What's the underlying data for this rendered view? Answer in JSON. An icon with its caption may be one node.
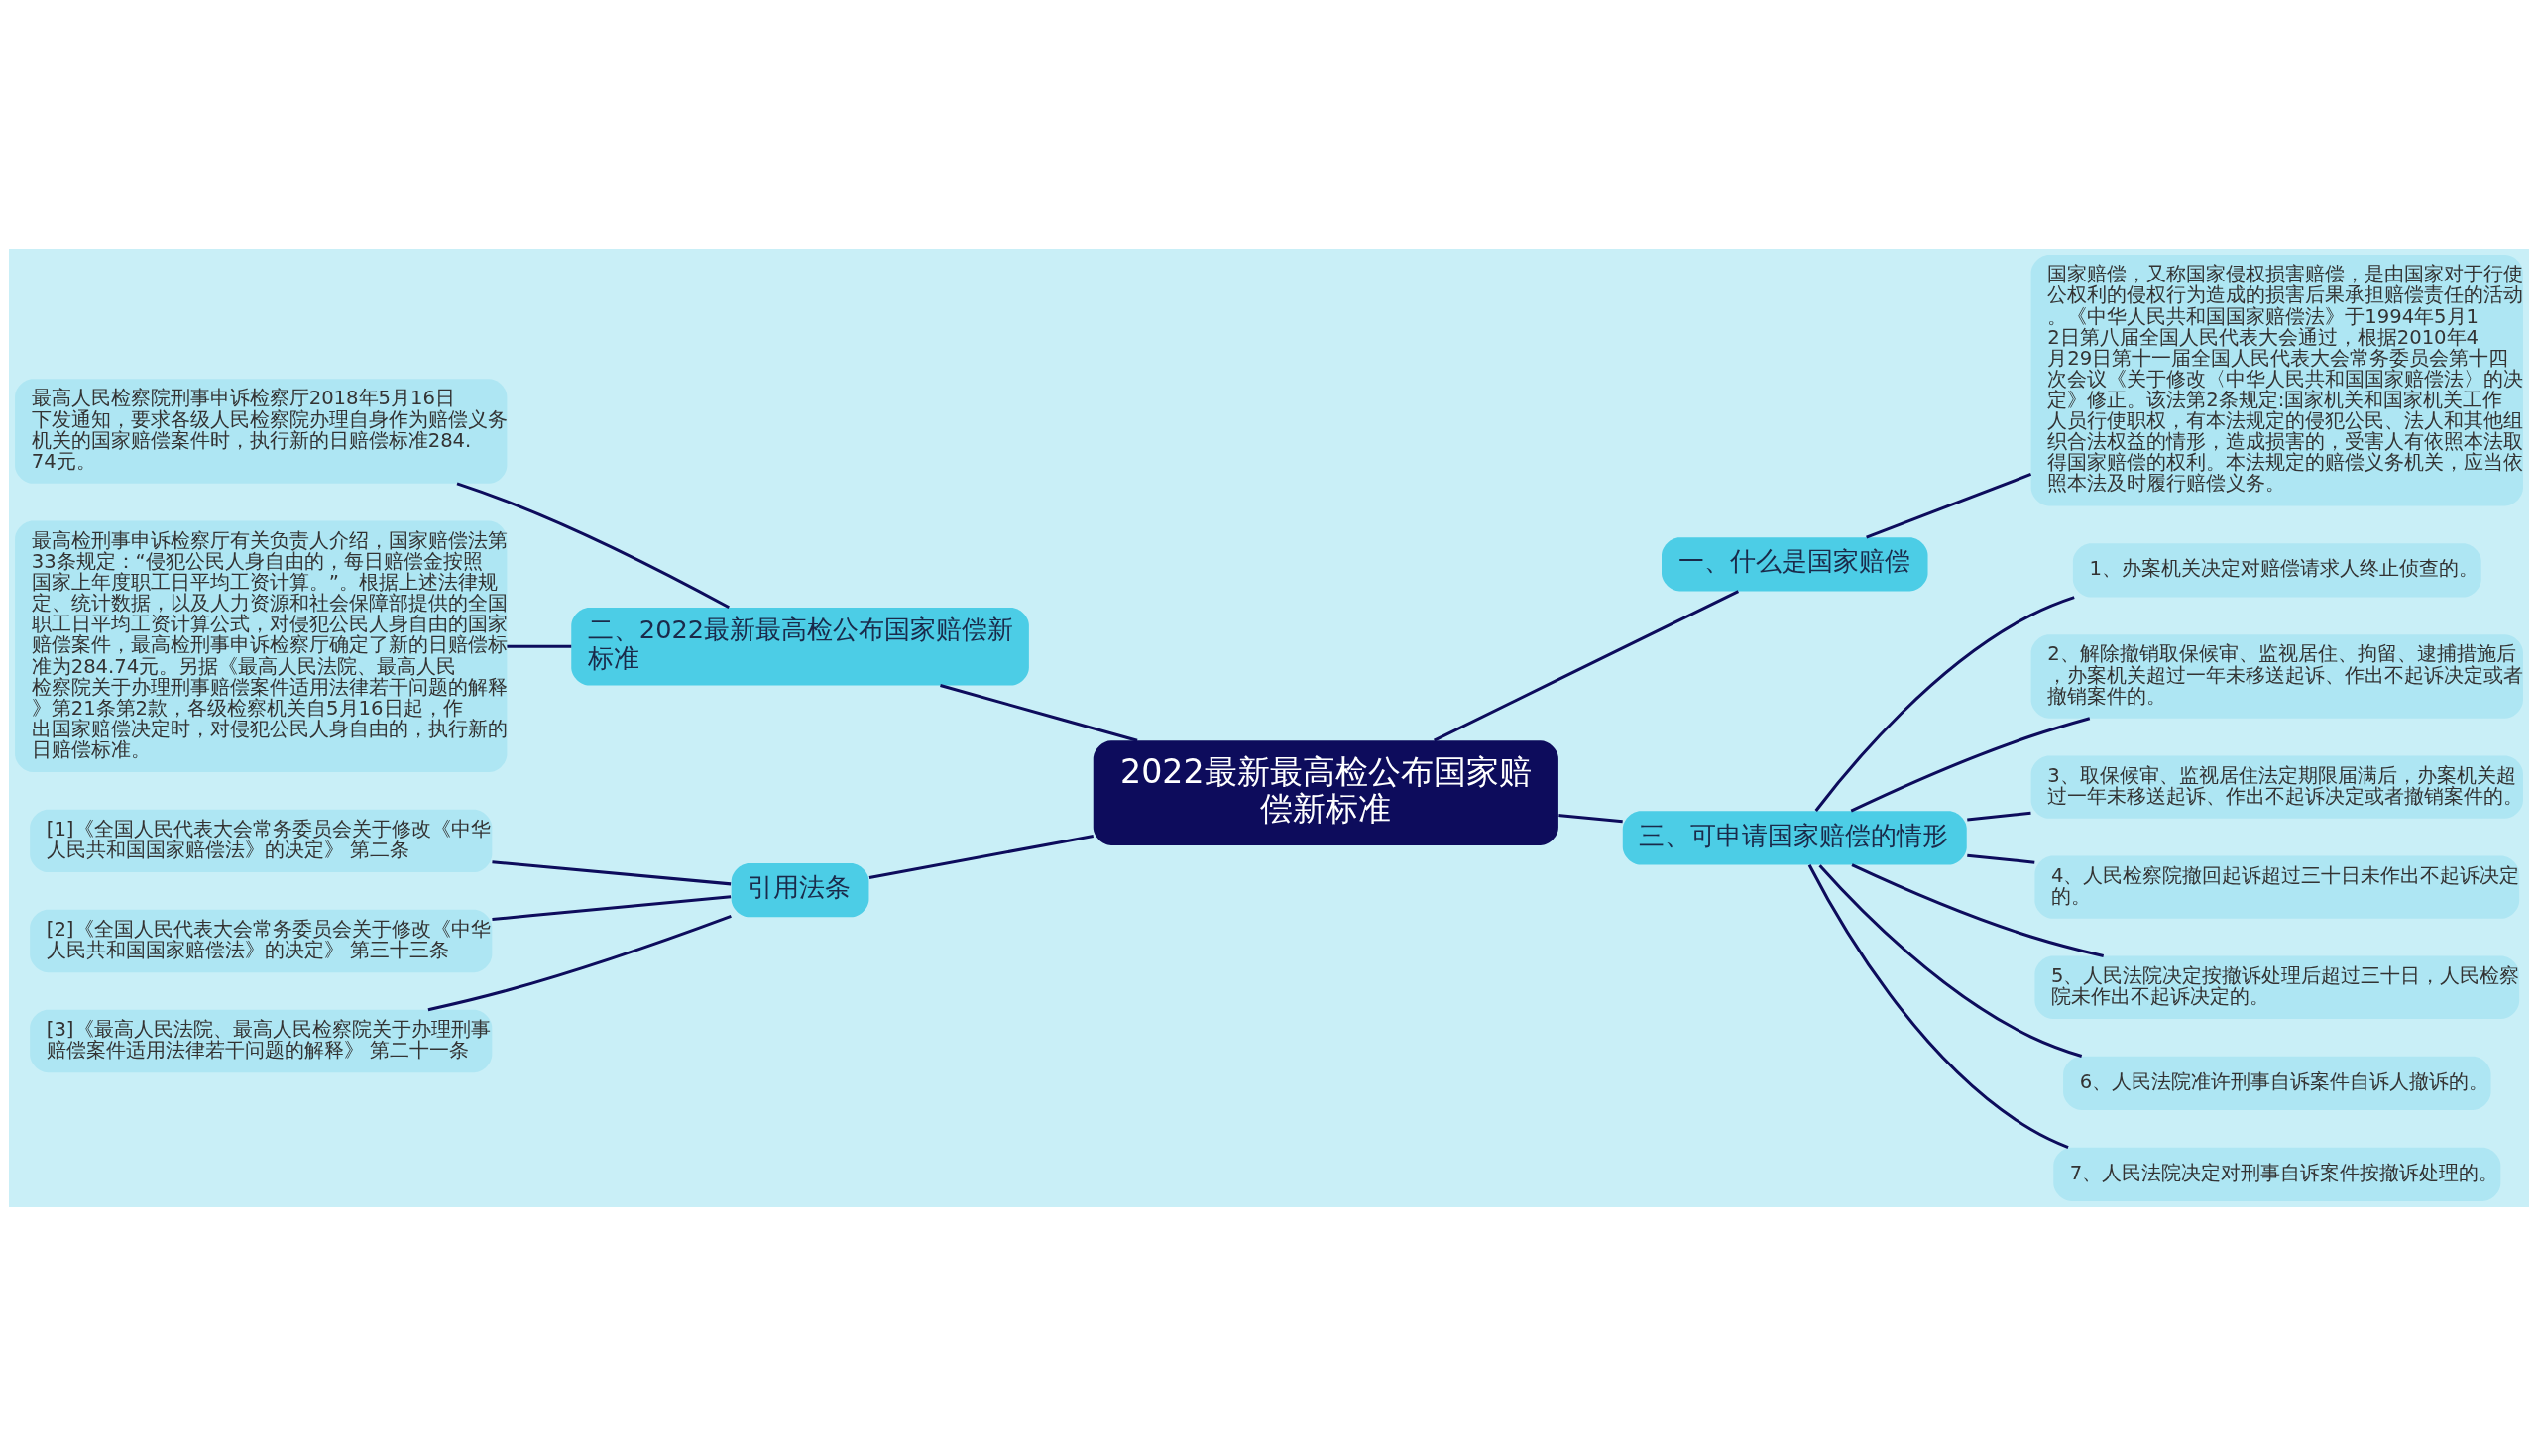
{
  "diagram": {
    "nodes": [
      {
        "text": [
          "2022最新最高检公布国家赔偿新标准"
        ]
      },
      {
        "text": [
          "一、什么是国家赔偿"
        ]
      },
      {
        "text": [
          "国家赔偿，又称国家侵权损害赔偿，是由国家对于行使公权利的侵权行为造成的损害后果承担赔偿责任的活动。《中华人民共和国国家赔偿法》于1994年5月12日第八届全国人民代表大会通过，根据2010年4月29日第十一届全国人民代表大会常务委员会第十四次会议《关于修改〈中华人民共和国国家赔偿法〉的决定》修正。该法第2条规定:国家机关和国家机关工作人员行使职权，有本法规定的侵犯公民、法人和其他组织合法权益的情形，造成损害的，受害人有依照本法取得国家赔偿的权利。本法规定的赔偿义务机关，应当依照本法及时履行赔偿义务。"
        ]
      },
      {
        "text": [
          "二、2022最新最高检公布国家赔偿新标准"
        ]
      },
      {
        "text": [
          "最高人民检察院刑事申诉检察厅2018年5月16日下发通知，要求各级人民检察院办理自身作为赔偿义务机关的国家赔偿案件时，执行新的日赔偿标准284.74元。"
        ]
      },
      {
        "text": [
          "最高检刑事申诉检察厅有关负责人介绍，国家赔偿法第33条规定：“侵犯公民人身自由的，每日赔偿金按照国家上年度职工日平均工资计算。”。根据上述法律规定、统计数据，以及人力资源和社会保障部提供的全国职工日平均工资计算公式，对侵犯公民人身自由的国家赔偿案件，最高检刑事申诉检察厅确定了新的日赔偿标准为284.74元。另据《最高人民法院、最高人民检察院关于办理刑事赔偿案件适用法律若干问题的解释》第21条第2款，各级检察机关自5月16日起，作出国家赔偿决定时，对侵犯公民人身自由的，执行新的日赔偿标准。"
        ]
      },
      {
        "text": [
          "三、可申请国家赔偿的情形"
        ]
      },
      {
        "text": [
          "1、办案机关决定对赔偿请求人终止侦查的。"
        ]
      },
      {
        "text": [
          "2、解除撤销取保候审、监视居住、拘留、逮捕措施后，办案机关超过一年未移送起诉、作出不起诉决定或者撤销案件的。"
        ]
      },
      {
        "text": [
          "3、取保候审、监视居住法定期限届满后，办案机关超过一年未移送起诉、作出不起诉决定或者撤销案件的。"
        ]
      },
      {
        "text": [
          "4、人民检察院撤回起诉超过三十日未作出不起诉决定的。"
        ]
      },
      {
        "text": [
          "5、人民法院决定按撤诉处理后超过三十日，人民检察院未作出不起诉决定的。"
        ]
      },
      {
        "text": [
          "6、人民法院准许刑事自诉案件自诉人撤诉的。"
        ]
      },
      {
        "text": [
          "7、人民法院决定对刑事自诉案件按撤诉处理的。"
        ]
      },
      {
        "text": [
          "引用法条"
        ]
      },
      {
        "text": [
          "[1]《全国人民代表大会常务委员会关于修改《中华人民共和国国家赔偿法》的决定》 第二条"
        ]
      },
      {
        "text": [
          "[2]《全国人民代表大会常务委员会关于修改《中华人民共和国国家赔偿法》的决定》 第三十三条"
        ]
      },
      {
        "text": [
          "[3]《最高人民法院、最高人民检察院关于办理刑事赔偿案件适用法律若干问题的解释》 第二十一条"
        ]
      }
    ],
    "edges": [
      {
        "from": 0,
        "to": 1,
        "arrow": "none"
      },
      {
        "from": 1,
        "to": 2,
        "arrow": "none"
      },
      {
        "from": 0,
        "to": 3,
        "arrow": "none"
      },
      {
        "from": 3,
        "to": 4,
        "arrow": "none"
      },
      {
        "from": 3,
        "to": 5,
        "arrow": "none"
      },
      {
        "from": 0,
        "to": 6,
        "arrow": "none"
      },
      {
        "from": 6,
        "to": 7,
        "arrow": "none"
      },
      {
        "from": 6,
        "to": 8,
        "arrow": "none"
      },
      {
        "from": 6,
        "to": 9,
        "arrow": "none"
      },
      {
        "from": 6,
        "to": 10,
        "arrow": "none"
      },
      {
        "from": 6,
        "to": 11,
        "arrow": "none"
      },
      {
        "from": 6,
        "to": 12,
        "arrow": "none"
      },
      {
        "from": 6,
        "to": 13,
        "arrow": "none"
      },
      {
        "from": 0,
        "to": 14,
        "arrow": "none"
      },
      {
        "from": 14,
        "to": 15,
        "arrow": "none"
      },
      {
        "from": 14,
        "to": 16,
        "arrow": "none"
      },
      {
        "from": 14,
        "to": 17,
        "arrow": "none"
      }
    ]
  }
}
